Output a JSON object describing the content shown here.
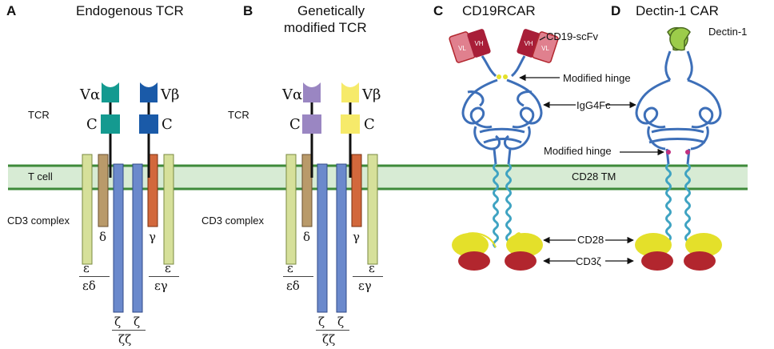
{
  "panels": {
    "A": {
      "letter": "A",
      "title": "Endogenous TCR"
    },
    "B": {
      "letter": "B",
      "title_line1": "Genetically",
      "title_line2": "modified TCR"
    },
    "C": {
      "letter": "C",
      "title": "CD19RCAR"
    },
    "D": {
      "letter": "D",
      "title": "Dectin-1 CAR"
    }
  },
  "labels": {
    "tcr": "TCR",
    "t_cell": "T cell",
    "cd3_complex": "CD3 complex",
    "v_alpha": "Vα",
    "v_beta": "Vβ",
    "constant": "C",
    "delta": "δ",
    "gamma": "γ",
    "epsilon": "ε",
    "epsilon_delta": "εδ",
    "epsilon_gamma": "εγ",
    "zeta": "ζ",
    "zeta_zeta": "ζζ",
    "cd19_scfv": "CD19-scFv",
    "vl": "VL",
    "vh": "VH",
    "modified_hinge": "Modified hinge",
    "igg4fc": "IgG4Fc",
    "cd28_tm": "CD28 TM",
    "cd28": "CD28",
    "cd3_zeta": "CD3ζ",
    "dectin1": "Dectin-1"
  },
  "colors": {
    "membrane": "#3e8a3a",
    "membrane_fill": "#d7ebd4",
    "teal": "#149a90",
    "navy": "#1a5aa8",
    "purple": "#9a86c2",
    "yellow": "#f6ea6a",
    "epsilon_chain": "#d6e09a",
    "delta_chain": "#b99a6a",
    "gamma_chain": "#d2683c",
    "zeta_chain": "#6b89cc",
    "protein": "#3d6fb8",
    "helix": "#3fa3c2",
    "cd28_domain": "#e4e02a",
    "cd3z_domain": "#b2262e",
    "scfv_light": "#e0808e",
    "scfv_heavy": "#a81e38",
    "dectin": "#9ccc4a"
  }
}
